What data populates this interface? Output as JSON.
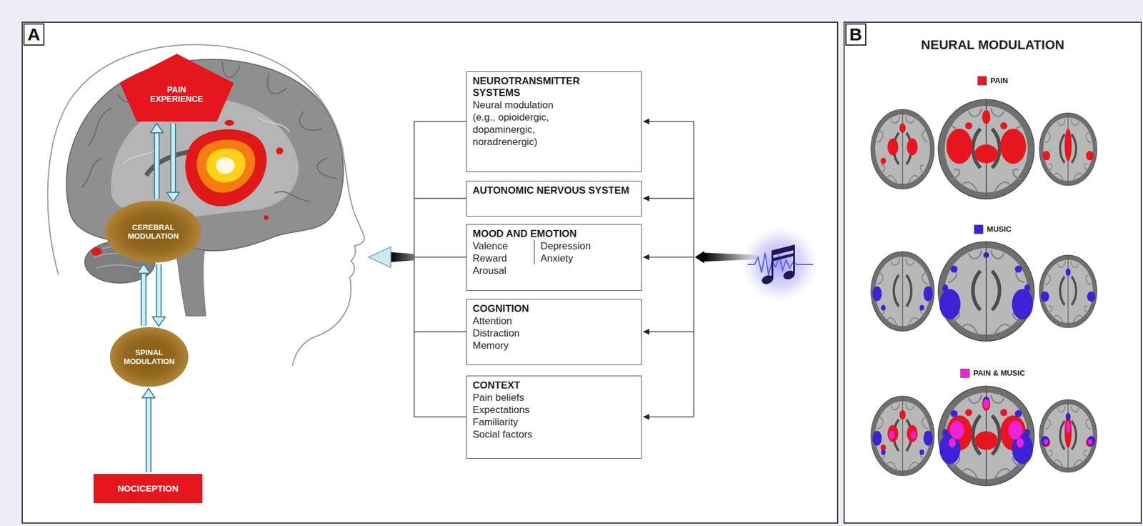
{
  "diagram": {
    "nodes": [
      {
        "text": [
          "A"
        ]
      },
      {
        "text": [
          "PAIN EXPERIENCE"
        ],
        "in": 0
      },
      {
        "text": [
          "CEREBRAL MODULATION"
        ],
        "in": 0
      },
      {
        "text": [
          "SPINAL MODULATION"
        ],
        "in": 0
      },
      {
        "text": [
          "NOCICEPTION"
        ],
        "in": 0
      },
      {
        "text": [
          "NEUROTRANSMITTER SYSTEMS",
          "Neural modulation (e.g., opioidergic, dopaminergic, noradrenergic)"
        ],
        "in": 0
      },
      {
        "text": [
          "AUTONOMIC NERVOUS SYSTEM"
        ],
        "in": 0
      },
      {
        "text": [
          "MOOD AND EMOTION",
          "Valence",
          "Reward",
          "Arousal",
          "Depression",
          "Anxiety"
        ],
        "in": 0
      },
      {
        "text": [
          "COGNITION",
          "Attention",
          "Distraction",
          "Memory"
        ],
        "in": 0
      },
      {
        "text": [
          "CONTEXT",
          "Pain beliefs",
          "Expectations",
          "Familiarity",
          "Social factors"
        ],
        "in": 0
      },
      {
        "text": [
          "B",
          "NEURAL MODULATION"
        ]
      }
    ],
    "edges": [
      {
        "from": 4,
        "to": 3,
        "arrow": "to"
      },
      {
        "from": 3,
        "to": 2,
        "arrow": "to"
      },
      {
        "from": 2,
        "to": 3,
        "arrow": "to"
      },
      {
        "from": 2,
        "to": 1,
        "arrow": "to"
      },
      {
        "from": 1,
        "to": 2,
        "arrow": "to"
      }
    ],
    "legend": [
      {
        "text": "PAIN",
        "color": "#e8161e"
      },
      {
        "text": "MUSIC",
        "color": "#3d22d6"
      },
      {
        "text": "PAIN & MUSIC",
        "color": "#ee22d8"
      }
    ]
  }
}
